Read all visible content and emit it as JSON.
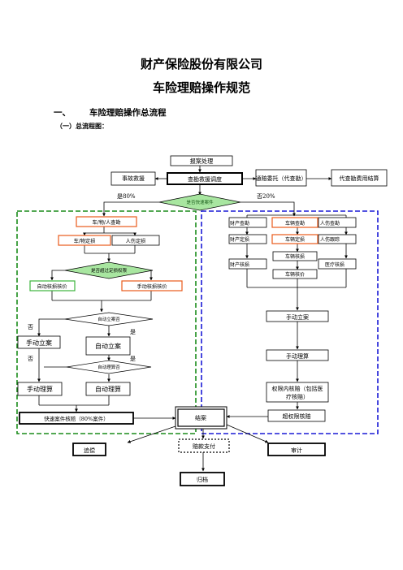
{
  "doc": {
    "company": "财产保险股份有限公司",
    "title": "车险理赔操作规范",
    "section_num": "一、",
    "section_title": "车险理赔操作总流程",
    "subsection": "（一）总流程图："
  },
  "flow": {
    "report": "报案处理",
    "rescue": "事故救援",
    "dispatch": "查勘救援调度",
    "notify": "通赔委托（代查勘）",
    "settle_fee": "代查勘费用结算",
    "yes80": "是80%",
    "no20": "否20%",
    "fast_q": "是否快速案件",
    "lh_survey": "车/物/人查勘",
    "lh_car_loss": "车/物定损",
    "lh_person_loss": "人伤定损",
    "quote_q": "是否超过定损权限",
    "auto_verify": "自动核损核价",
    "manual_verify": "手动核损核价",
    "auto_file_q": "自动立案否",
    "no1": "否",
    "yes1": "是",
    "manual_file_l": "手动立案",
    "auto_file": "自动立案",
    "no2": "否",
    "yes2": "是",
    "auto_calc_q": "自动理算否",
    "manual_calc_l": "手动理算",
    "auto_calc": "自动理算",
    "fast_verify": "快速案件核赔（80%案件）",
    "close": "结案",
    "r_prop_survey": "财产查勘",
    "r_car_survey": "车辆查勘",
    "r_person_survey": "人伤查勘",
    "r_prop_loss": "财产定损",
    "r_car_loss": "车辆定损",
    "r_person_track": "人伤跟踪",
    "r_car_verify": "车辆核损",
    "r_prop_verify": "财产核损",
    "r_med_verify": "医疗核损",
    "r_car_price": "车辆核价",
    "r_manual_file": "手动立案",
    "r_manual_calc": "手动理算",
    "r_auth_line1": "权限内核赔（包括医",
    "r_auth_line2": "疗核赔）",
    "r_over_auth": "超权限核赔",
    "recover": "追偿",
    "pay": "赔款支付",
    "audit": "审计",
    "archive": "归档"
  }
}
